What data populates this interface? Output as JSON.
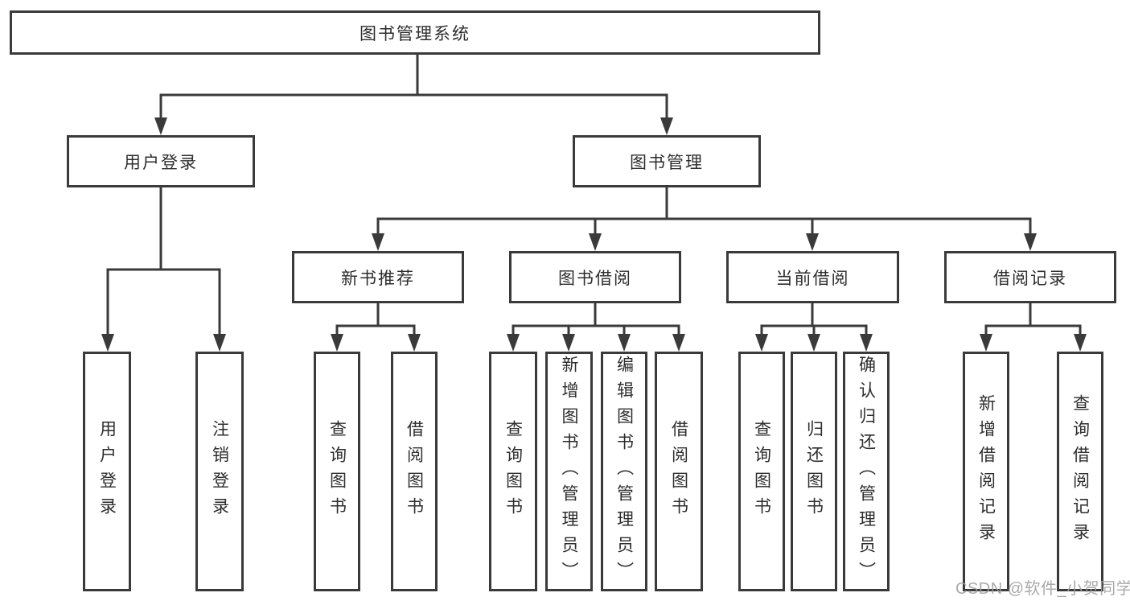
{
  "diagram": {
    "root": "图书管理系统",
    "groups": [
      {
        "label": "用户登录",
        "children": [
          "用户登录",
          "注销登录"
        ]
      },
      {
        "label": "图书管理",
        "subgroups": [
          {
            "label": "新书推荐",
            "children": [
              "查询图书",
              "借阅图书"
            ]
          },
          {
            "label": "图书借阅",
            "children": [
              "查询图书",
              "新增图书（管理员）",
              "编辑图书（管理员）",
              "借阅图书"
            ]
          },
          {
            "label": "当前借阅",
            "children": [
              "查询图书",
              "归还图书",
              "确认归还（管理员）"
            ]
          },
          {
            "label": "借阅记录",
            "children": [
              "新增借阅记录",
              "查询借阅记录"
            ]
          }
        ]
      }
    ]
  },
  "watermark": "CSDN @软件_小贺同学",
  "colors": {
    "line": "#3a3a3a",
    "text": "#2d2d2d",
    "watermark": "#9e9e9e",
    "background": "#ffffff"
  }
}
